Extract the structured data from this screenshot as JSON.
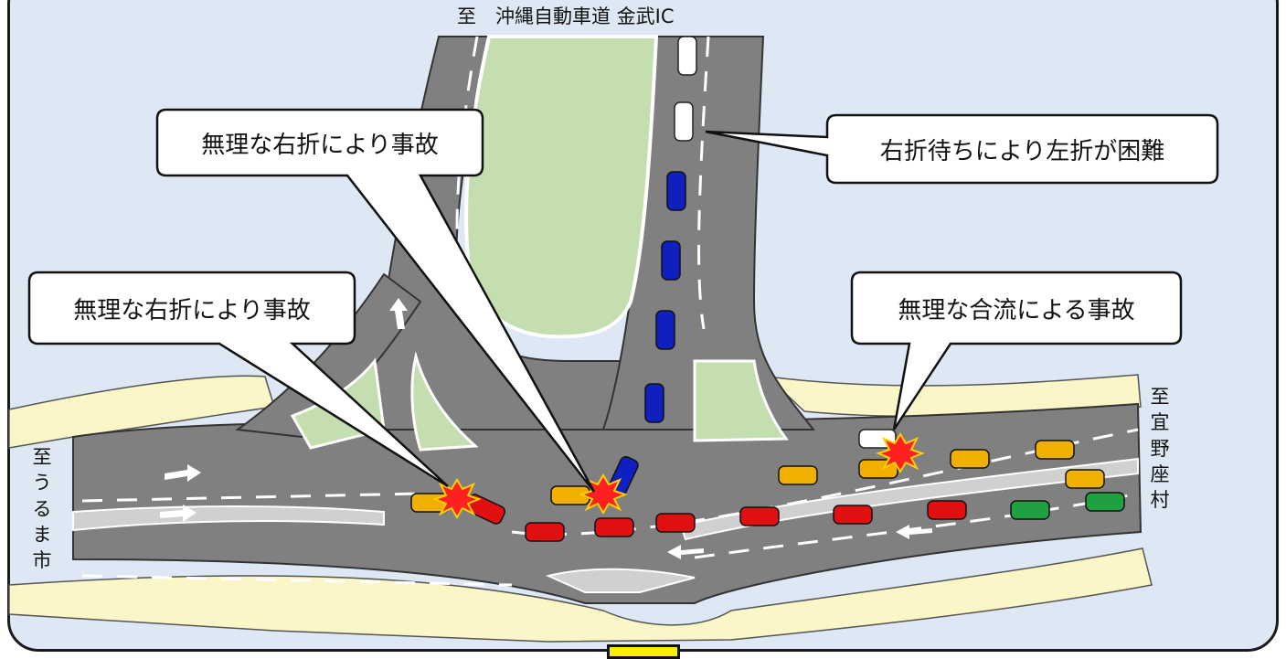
{
  "labels": {
    "top": "至　沖縄自動車道 金武IC",
    "left": "至　うるま市",
    "right": "至　宜野座村"
  },
  "callouts": {
    "c1": "無理な右折により事故",
    "c2": "無理な右折により事故",
    "c3": "右折待ちにより左折が困難",
    "c4": "無理な合流による事故"
  },
  "colors": {
    "background": "#dde8f4",
    "road": "#808080",
    "median": "#c5deb0",
    "shoulder": "#fbf6c8",
    "car_red": "#e01010",
    "car_orange": "#f0b000",
    "car_blue": "#1020c0",
    "car_green": "#20a040",
    "car_white": "#ffffff",
    "collision": "#ff2020"
  }
}
